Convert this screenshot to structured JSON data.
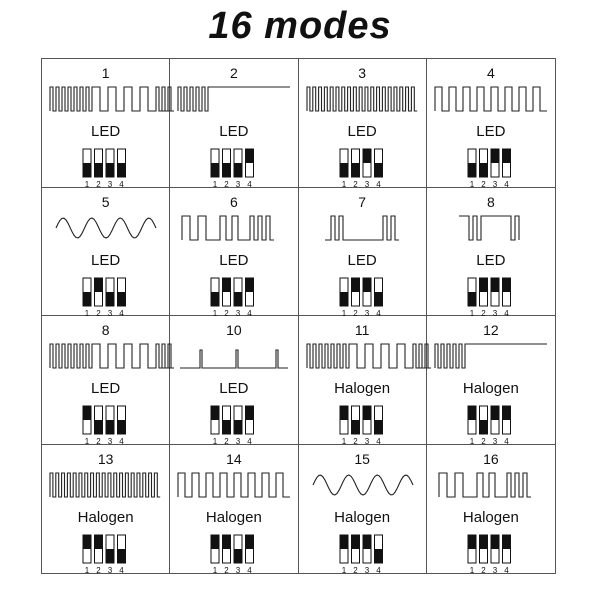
{
  "title": "16 modes",
  "modes": [
    {
      "number": "1",
      "lamp": "LED",
      "waveform": "mixed-pulse-icon",
      "switches": [
        "up",
        "up",
        "up",
        "up"
      ]
    },
    {
      "number": "2",
      "lamp": "LED",
      "waveform": "burst-then-steady-icon",
      "switches": [
        "up",
        "up",
        "up",
        "down"
      ]
    },
    {
      "number": "3",
      "lamp": "LED",
      "waveform": "fast-square-wave-icon",
      "switches": [
        "up",
        "up",
        "down",
        "up"
      ]
    },
    {
      "number": "4",
      "lamp": "LED",
      "waveform": "square-wave-icon",
      "switches": [
        "up",
        "up",
        "down",
        "down"
      ]
    },
    {
      "number": "5",
      "lamp": "LED",
      "waveform": "sine-wave-icon",
      "switches": [
        "up",
        "down",
        "up",
        "up"
      ]
    },
    {
      "number": "6",
      "lamp": "LED",
      "waveform": "pulse-groups-icon",
      "switches": [
        "up",
        "down",
        "up",
        "down"
      ]
    },
    {
      "number": "7",
      "lamp": "LED",
      "waveform": "sparse-pulse-icon",
      "switches": [
        "up",
        "down",
        "down",
        "up"
      ]
    },
    {
      "number": "8",
      "lamp": "LED",
      "waveform": "wide-pulse-icon",
      "switches": [
        "up",
        "down",
        "down",
        "down"
      ]
    },
    {
      "number": "8",
      "lamp": "LED",
      "waveform": "mixed-pulse-icon",
      "switches": [
        "down",
        "up",
        "up",
        "up"
      ]
    },
    {
      "number": "10",
      "lamp": "LED",
      "waveform": "spike-pulse-icon",
      "switches": [
        "down",
        "up",
        "up",
        "down"
      ]
    },
    {
      "number": "11",
      "lamp": "Halogen",
      "waveform": "mixed-pulse-icon",
      "switches": [
        "down",
        "up",
        "down",
        "up"
      ]
    },
    {
      "number": "12",
      "lamp": "Halogen",
      "waveform": "burst-then-steady-icon",
      "switches": [
        "down",
        "up",
        "down",
        "down"
      ]
    },
    {
      "number": "13",
      "lamp": "Halogen",
      "waveform": "fast-square-wave-icon",
      "switches": [
        "down",
        "down",
        "up",
        "up"
      ]
    },
    {
      "number": "14",
      "lamp": "Halogen",
      "waveform": "square-wave-icon",
      "switches": [
        "down",
        "down",
        "up",
        "down"
      ]
    },
    {
      "number": "15",
      "lamp": "Halogen",
      "waveform": "sine-wave-icon",
      "switches": [
        "down",
        "down",
        "down",
        "up"
      ]
    },
    {
      "number": "16",
      "lamp": "Halogen",
      "waveform": "pulse-groups-icon",
      "switches": [
        "down",
        "down",
        "down",
        "down"
      ]
    }
  ],
  "switch_labels": [
    "1",
    "2",
    "3",
    "4"
  ]
}
